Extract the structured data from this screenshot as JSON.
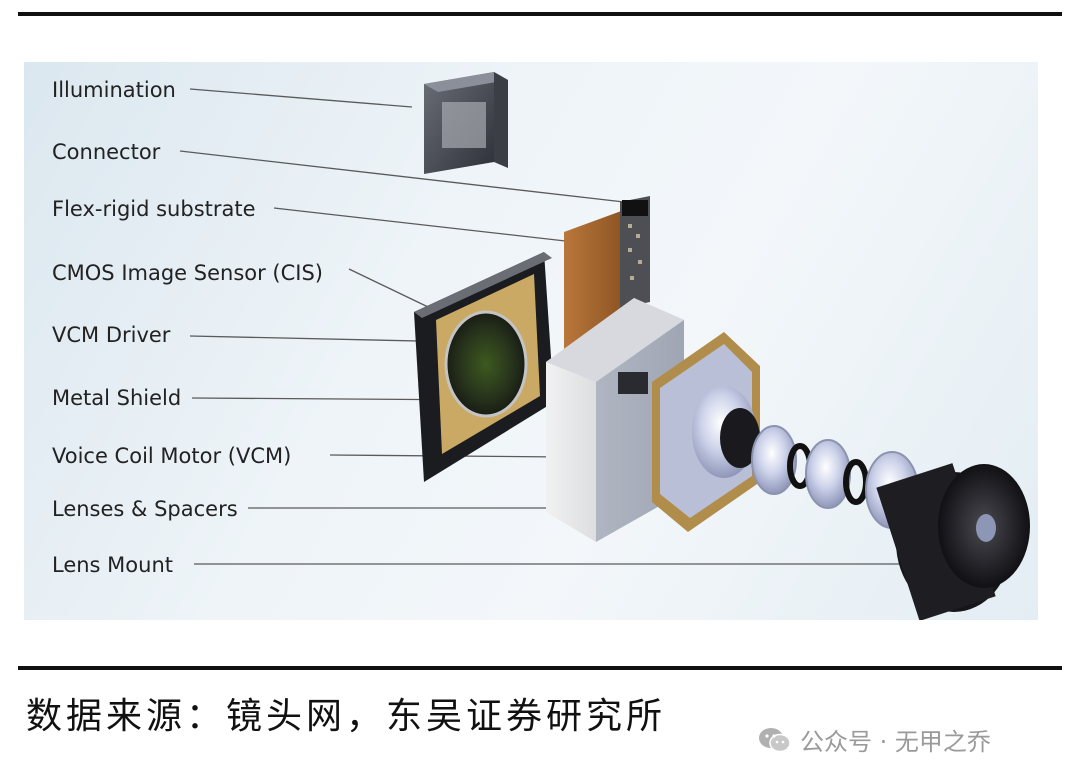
{
  "diagram": {
    "labels": [
      "Illumination",
      "Connector",
      "Flex-rigid substrate",
      "CMOS Image Sensor (CIS)",
      "VCM Driver",
      "Metal Shield",
      "Voice Coil Motor (VCM)",
      "Lenses & Spacers",
      "Lens Mount"
    ]
  },
  "caption": {
    "source": "数据来源：镜头网，东吴证券研究所",
    "watermark": "公众号 · 无甲之乔",
    "watermark_icon": "wechat-icon"
  }
}
